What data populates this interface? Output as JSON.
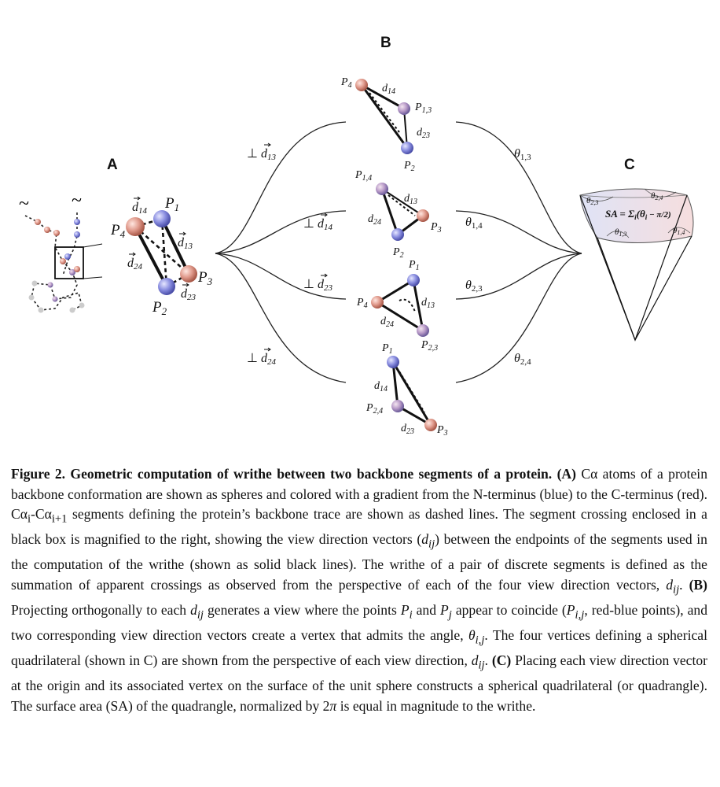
{
  "figure": {
    "panels": {
      "a": "A",
      "b": "B",
      "c": "C"
    },
    "panel_a": {
      "points": {
        "p1": "P",
        "p1_sub": "1",
        "p2": "P",
        "p2_sub": "2",
        "p3": "P",
        "p3_sub": "3",
        "p4": "P",
        "p4_sub": "4"
      },
      "vectors": {
        "d14": "d",
        "d14_sub": "14",
        "d13": "d",
        "d13_sub": "13",
        "d24": "d",
        "d24_sub": "24",
        "d23": "d",
        "d23_sub": "23"
      },
      "tilde_marks": [
        "~",
        "~"
      ]
    },
    "left_branches": [
      {
        "perp": "⊥",
        "d": "d",
        "sub": "13"
      },
      {
        "perp": "⊥",
        "d": "d",
        "sub": "14"
      },
      {
        "perp": "⊥",
        "d": "d",
        "sub": "23"
      },
      {
        "perp": "⊥",
        "d": "d",
        "sub": "24"
      }
    ],
    "right_branches": [
      {
        "theta": "θ",
        "sub": "1,3"
      },
      {
        "theta": "θ",
        "sub": "1,4"
      },
      {
        "theta": "θ",
        "sub": "2,3"
      },
      {
        "theta": "θ",
        "sub": "2,4"
      }
    ],
    "views": [
      {
        "labels": [
          "P4",
          "P1,3",
          "P2"
        ],
        "vectors": [
          "d14",
          "d23"
        ]
      },
      {
        "labels": [
          "P1,4",
          "P3",
          "P2"
        ],
        "vectors": [
          "d13",
          "d24"
        ]
      },
      {
        "labels": [
          "P1",
          "P4",
          "P2,3"
        ],
        "vectors": [
          "d13",
          "d24"
        ]
      },
      {
        "labels": [
          "P1",
          "P2,4",
          "P3"
        ],
        "vectors": [
          "d14",
          "d23"
        ]
      }
    ],
    "panel_c": {
      "formula": "SA = Σ",
      "formula_sub": "i",
      "formula_rest": "(θ",
      "formula_sub2": "i",
      "formula_tail": " − π/2)",
      "angles": [
        "θ2,3",
        "θ2,4",
        "θ1,3",
        "θ1,4"
      ]
    },
    "colors": {
      "blue": "#8a8ee0",
      "red": "#e09a8c",
      "line": "#111111"
    }
  },
  "caption": {
    "title": "Figure 2. Geometric computation of writhe between two backbone segments of a protein.",
    "a_tag": "(A)",
    "a_text_1": "Cα atoms of a protein backbone conformation are shown as spheres and colored with a gradient from the N-terminus (blue) to the C-terminus (red). Cα",
    "a_sub_i": "i",
    "a_text_2": "-Cα",
    "a_sub_i1": "i+1",
    "a_text_3": " segments defining the protein’s backbone trace are shown as dashed lines. The segment crossing enclosed in a black box is magnified to the right, showing the view direction vectors (",
    "a_vec": "d",
    "a_vec_sub": "ij",
    "a_text_4": ") between the endpoints of the segments used in the computation of the writhe (shown as solid black lines). The writhe of a pair of discrete segments is defined as the summation of apparent crossings as observed from the perspective of each of the four view direction vectors, ",
    "a_vec2": "d",
    "a_vec2_sub": "ij",
    "a_text_5": ". ",
    "b_tag": "(B)",
    "b_text_1": " Projecting orthogonally to each ",
    "b_vec": "d",
    "b_vec_sub": "ij",
    "b_text_2": " generates a view where the points ",
    "b_pi": "P",
    "b_pi_sub": "i",
    "b_and": " and ",
    "b_pj": "P",
    "b_pj_sub": "j",
    "b_text_3": " appear to coincide (",
    "b_pij": "P",
    "b_pij_sub": "i,j",
    "b_text_4": ", red-blue points), and two corresponding view direction vectors create a vertex that admits the angle, ",
    "b_theta": "θ",
    "b_theta_sub": "i,j",
    "b_text_5": ". The four vertices defining a spherical quadrilateral (shown in C) are shown from the perspective of each view direction, ",
    "b_vec2": "d",
    "b_vec2_sub": "ij",
    "b_text_6": ". ",
    "c_tag": "(C)",
    "c_text_1": " Placing each view direction vector at the origin and its associated vertex on the surface of the unit sphere constructs a spherical quadrilateral (or quadrangle). The surface area (SA) of the quadrangle, normalized by 2",
    "c_pi": "π",
    "c_text_2": " is equal in magnitude to the writhe."
  }
}
